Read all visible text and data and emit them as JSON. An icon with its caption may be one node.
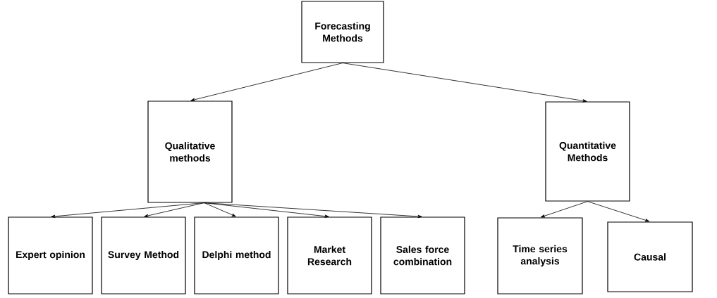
{
  "diagram": {
    "nodes": [
      {
        "text": [
          "Forecasting Methods"
        ]
      },
      {
        "text": [
          "Qualitative methods"
        ]
      },
      {
        "text": [
          "Quantitative Methods"
        ]
      },
      {
        "text": [
          "Expert opinion"
        ]
      },
      {
        "text": [
          "Survey Method"
        ]
      },
      {
        "text": [
          "Delphi method"
        ]
      },
      {
        "text": [
          "Market Research"
        ]
      },
      {
        "text": [
          "Sales force combination"
        ]
      },
      {
        "text": [
          "Time series analysis"
        ]
      },
      {
        "text": [
          "Causal"
        ]
      }
    ],
    "edges": [
      {
        "from": 0,
        "to": 1,
        "arrow": "to"
      },
      {
        "from": 0,
        "to": 2,
        "arrow": "to"
      },
      {
        "from": 1,
        "to": 3,
        "arrow": "to"
      },
      {
        "from": 1,
        "to": 4,
        "arrow": "to"
      },
      {
        "from": 1,
        "to": 5,
        "arrow": "to"
      },
      {
        "from": 1,
        "to": 6,
        "arrow": "to"
      },
      {
        "from": 1,
        "to": 7,
        "arrow": "to"
      },
      {
        "from": 2,
        "to": 8,
        "arrow": "to"
      },
      {
        "from": 2,
        "to": 9,
        "arrow": "to"
      }
    ]
  }
}
